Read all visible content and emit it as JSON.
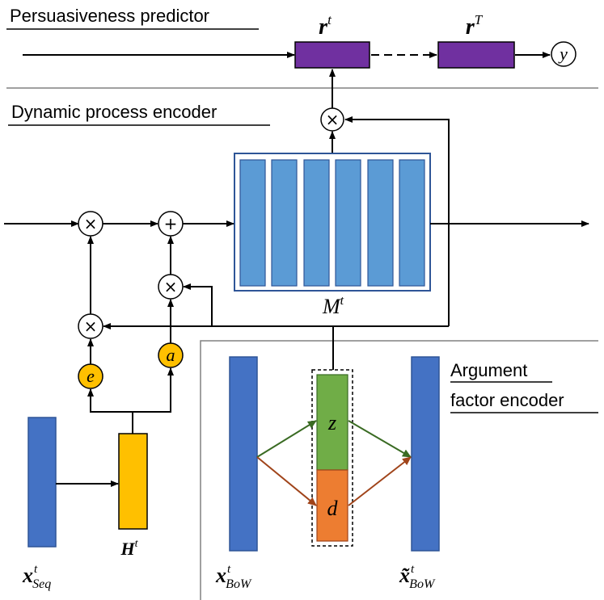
{
  "sections": {
    "predictor": "Persuasiveness predictor",
    "dynamic": "Dynamic process encoder",
    "argument_line1": "Argument",
    "argument_line2": "factor encoder"
  },
  "nodes": {
    "r_t": {
      "base": "r",
      "sup": "t"
    },
    "r_T": {
      "base": "r",
      "sup": "T"
    },
    "y": "y",
    "M_t": {
      "base": "M",
      "sup": "t"
    },
    "H_t": {
      "base": "H",
      "sup": "t"
    },
    "e": "e",
    "a": "a",
    "z": "z",
    "d": "d",
    "x_seq": {
      "base": "x",
      "sup": "t",
      "sub": "Seq"
    },
    "x_bow": {
      "base": "x",
      "sup": "t",
      "sub": "BoW"
    },
    "x_bow_recon": {
      "base": "x̃",
      "sup": "t",
      "sub": "BoW"
    }
  },
  "operators": {
    "multiply": "×",
    "add": "+"
  },
  "colors": {
    "purple": "#7030a0",
    "memory_blue": "#5b9bd5",
    "memory_border": "#2e5597",
    "input_blue": "#4472c4",
    "gold": "#ffc000",
    "green": "#70ad47",
    "orange": "#ed7d31",
    "green_arrow": "#3a6b23",
    "orange_arrow": "#a0441a",
    "divider": "#808080"
  }
}
